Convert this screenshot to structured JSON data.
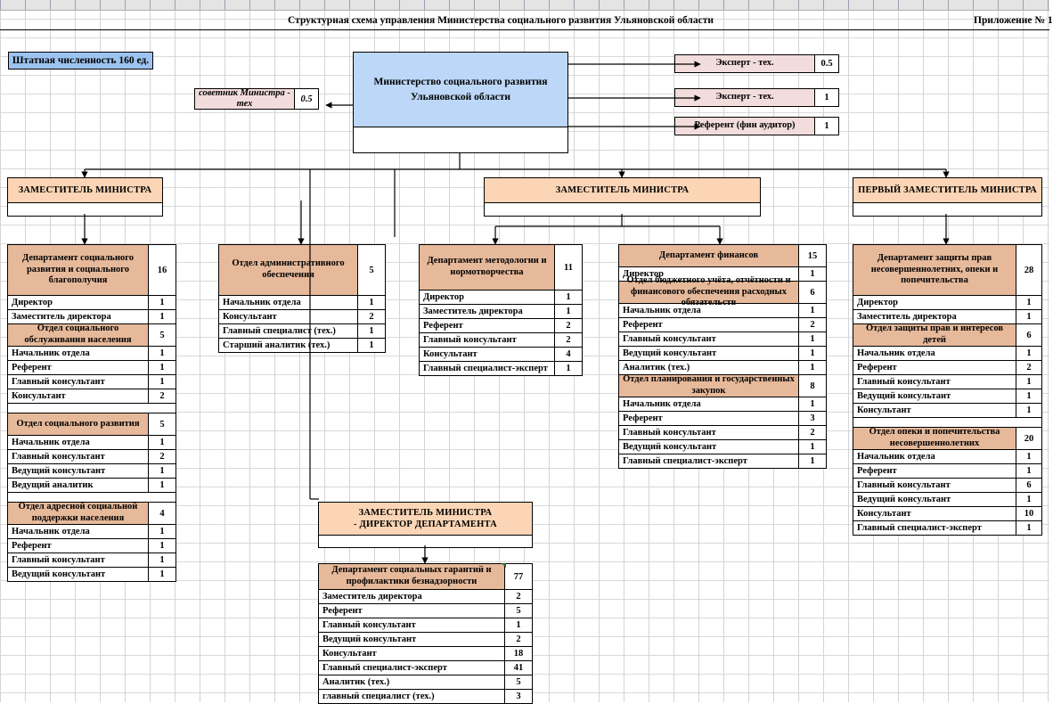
{
  "header": {
    "title": "Структурная схема управления Министерства социального развития Ульяновской области",
    "appendix": "Приложение № 1"
  },
  "staff_box": {
    "label": "Штатная численность 160 ед."
  },
  "ministry": {
    "title": "Министерство социального развития\nУльяновской области"
  },
  "advisor": {
    "label": "советник Министра - тех",
    "count": "0.5"
  },
  "experts": [
    {
      "label": "Эксперт  - тех.",
      "count": "0.5"
    },
    {
      "label": "Эксперт - тех.",
      "count": "1"
    },
    {
      "label": "Референт (фин аудитор)",
      "count": "1"
    }
  ],
  "deputies": [
    {
      "id": "deputy-left",
      "label": "ЗАМЕСТИТЕЛЬ МИНИСТРА"
    },
    {
      "id": "deputy-center",
      "label": "ЗАМЕСТИТЕЛЬ МИНИСТРА"
    },
    {
      "id": "deputy-first",
      "label": "ПЕРВЫЙ ЗАМЕСТИТЕЛЬ МИНИСТРА"
    },
    {
      "id": "deputy-director",
      "label": "ЗАМЕСТИТЕЛЬ МИНИСТРА\n- ДИРЕКТОР ДЕПАРТАМЕНТА"
    }
  ],
  "departments": {
    "social_development": {
      "title": "Департамент социального развития и социального благополучия",
      "count": "16",
      "rows": [
        {
          "type": "item",
          "label": "Директор",
          "count": "1"
        },
        {
          "type": "item",
          "label": "Заместитель директора",
          "count": "1"
        },
        {
          "type": "sub",
          "label": "Отдел социального обслуживания населения",
          "count": "5"
        },
        {
          "type": "item",
          "label": "Начальник отдела",
          "count": "1"
        },
        {
          "type": "item",
          "label": "Референт",
          "count": "1"
        },
        {
          "type": "item",
          "label": "Главный консультант",
          "count": "1"
        },
        {
          "type": "item",
          "label": "Консультант",
          "count": "2"
        },
        {
          "type": "blank",
          "label": "",
          "count": ""
        },
        {
          "type": "sub",
          "label": "Отдел социального развития",
          "count": "5"
        },
        {
          "type": "item",
          "label": "Начальник отдела",
          "count": "1"
        },
        {
          "type": "item",
          "label": "Главный консультант",
          "count": "2"
        },
        {
          "type": "item",
          "label": "Ведущий консультант",
          "count": "1"
        },
        {
          "type": "item",
          "label": "Ведущий аналитик",
          "count": "1"
        },
        {
          "type": "blank",
          "label": "",
          "count": ""
        },
        {
          "type": "sub",
          "label": "Отдел адресной социальной поддержки населения",
          "count": "4"
        },
        {
          "type": "item",
          "label": "Начальник отдела",
          "count": "1"
        },
        {
          "type": "item",
          "label": "Референт",
          "count": "1"
        },
        {
          "type": "item",
          "label": "Главный консультант",
          "count": "1"
        },
        {
          "type": "item",
          "label": "Ведущий консультант",
          "count": "1"
        }
      ]
    },
    "administrative": {
      "title": "Отдел административного обеспечения",
      "count": "5",
      "rows": [
        {
          "type": "item",
          "label": "Начальник отдела",
          "count": "1"
        },
        {
          "type": "item",
          "label": "Консультант",
          "count": "2"
        },
        {
          "type": "item",
          "label": "Главный специалист (тех.)",
          "count": "1"
        },
        {
          "type": "item",
          "label": "Старший аналитик  (тех.)",
          "count": "1"
        }
      ]
    },
    "methodology": {
      "title": "Департамент методологии и нормотворчества",
      "count": "11",
      "rows": [
        {
          "type": "item",
          "label": "Директор",
          "count": "1"
        },
        {
          "type": "item",
          "label": "Заместитель директора",
          "count": "1"
        },
        {
          "type": "item",
          "label": "Референт",
          "count": "2"
        },
        {
          "type": "item",
          "label": "Главный консультант",
          "count": "2"
        },
        {
          "type": "item",
          "label": "Консультант",
          "count": "4"
        },
        {
          "type": "item",
          "label": "Главный специалист-эксперт",
          "count": "1"
        }
      ]
    },
    "finance": {
      "title": "Департамент финансов",
      "count": "15",
      "rows": [
        {
          "type": "item",
          "label": "Директор",
          "count": "1"
        },
        {
          "type": "sub",
          "label": "Отдел бюджетного учёта, отчётности и финансового обеспечения расходных обязательств",
          "count": "6"
        },
        {
          "type": "item",
          "label": "Начальник отдела",
          "count": "1"
        },
        {
          "type": "item",
          "label": "Референт",
          "count": "2"
        },
        {
          "type": "item",
          "label": "Главный консультант",
          "count": "1"
        },
        {
          "type": "item",
          "label": "Ведущий консультант",
          "count": "1"
        },
        {
          "type": "item",
          "label": "Аналитик (тех.)",
          "count": "1"
        },
        {
          "type": "sub",
          "label": "Отдел планирования и государственных закупок",
          "count": "8"
        },
        {
          "type": "item",
          "label": "Начальник отдела",
          "count": "1"
        },
        {
          "type": "item",
          "label": "Референт",
          "count": "3"
        },
        {
          "type": "item",
          "label": "Главный консультант",
          "count": "2"
        },
        {
          "type": "item",
          "label": "Ведущий консультант",
          "count": "1"
        },
        {
          "type": "item",
          "label": "Главный специалист-эксперт",
          "count": "1"
        }
      ]
    },
    "minors_protection": {
      "title": "Департамент защиты прав несовершеннолетних, опеки и попечительства",
      "count": "28",
      "rows": [
        {
          "type": "item",
          "label": "Директор",
          "count": "1"
        },
        {
          "type": "item",
          "label": "Заместитель директора",
          "count": "1"
        },
        {
          "type": "sub",
          "label": "Отдел защиты прав и интересов детей",
          "count": "6"
        },
        {
          "type": "item",
          "label": "Начальник отдела",
          "count": "1"
        },
        {
          "type": "item",
          "label": "Референт",
          "count": "2"
        },
        {
          "type": "item",
          "label": "Главный консультант",
          "count": "1"
        },
        {
          "type": "item",
          "label": "Ведущий консультант",
          "count": "1"
        },
        {
          "type": "item",
          "label": "Консультант",
          "count": "1"
        },
        {
          "type": "blank",
          "label": "",
          "count": ""
        },
        {
          "type": "sub",
          "label": "Отдел опеки и попечительства несовершеннолетних",
          "count": "20"
        },
        {
          "type": "item",
          "label": "Начальник отдела",
          "count": "1"
        },
        {
          "type": "item",
          "label": "Референт",
          "count": "1"
        },
        {
          "type": "item",
          "label": "Главный консультант",
          "count": "6"
        },
        {
          "type": "item",
          "label": "Ведущий консультант",
          "count": "1"
        },
        {
          "type": "item",
          "label": "Консультант",
          "count": "10"
        },
        {
          "type": "item",
          "label": "Главный специалист-эксперт",
          "count": "1"
        }
      ]
    },
    "social_guarantees": {
      "title": "Департамент социальных гарантий и профилактики безнадзорности",
      "count": "77",
      "rows": [
        {
          "type": "item",
          "label": "Заместитель директора",
          "count": "2"
        },
        {
          "type": "item",
          "label": "Референт",
          "count": "5"
        },
        {
          "type": "item",
          "label": "Главный консультант",
          "count": "1"
        },
        {
          "type": "item",
          "label": "Ведущий консультант",
          "count": "2"
        },
        {
          "type": "item",
          "label": "Консультант",
          "count": "18"
        },
        {
          "type": "item",
          "label": "Главный специалист-эксперт",
          "count": "41"
        },
        {
          "type": "item",
          "label": "Аналитик (тех.)",
          "count": "5"
        },
        {
          "type": "item",
          "label": "главный специалист (тех.)",
          "count": "3"
        }
      ]
    }
  },
  "colors": {
    "ministry_fill": "#bcd7f7",
    "staff_fill": "#9dc3f0",
    "deputy_fill": "#fbd5b5",
    "dept_head_fill": "#e6b99a",
    "expert_fill": "#f2dcdc"
  }
}
